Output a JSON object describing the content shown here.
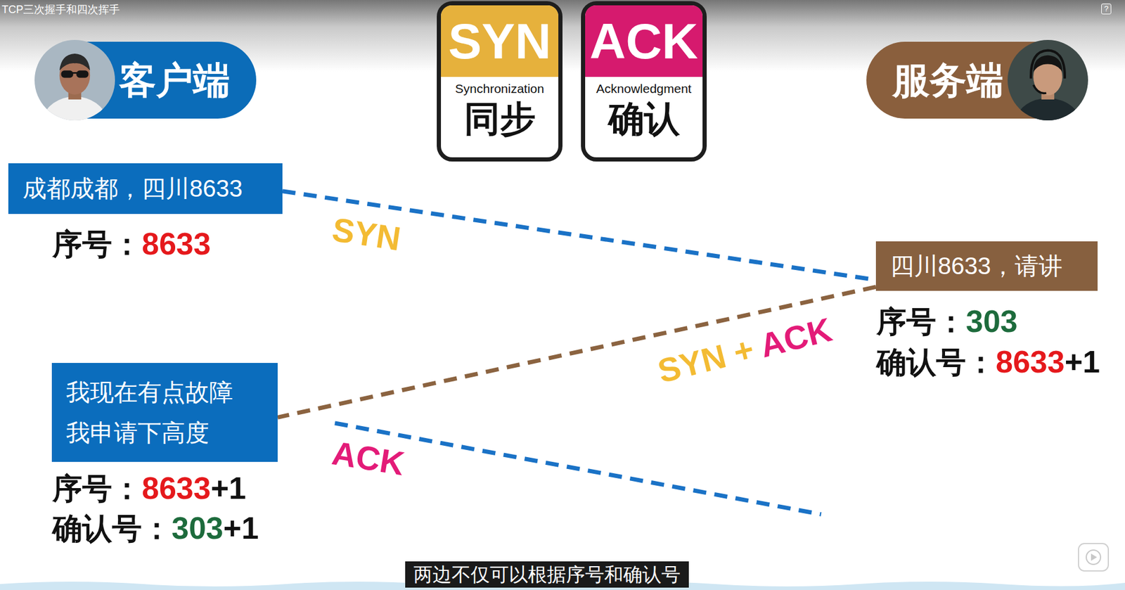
{
  "diagram": {
    "title": "TCP三次握手和四次挥手",
    "caption": "两边不仅可以根据序号和确认号",
    "nodes": [
      {
        "text": [
          "客户端"
        ]
      },
      {
        "text": [
          "SYN",
          "Synchronization",
          "同步"
        ]
      },
      {
        "text": [
          "ACK",
          "Acknowledgment",
          "确认"
        ]
      },
      {
        "text": [
          "服务端"
        ]
      },
      {
        "text": [
          "成都成都，四川8633"
        ]
      },
      {
        "text": [
          "四川8633，请讲"
        ]
      },
      {
        "text": [
          "我现在有点故障 我申请下高度"
        ]
      }
    ],
    "edges": [
      {
        "from": 4,
        "to": 5,
        "label": "SYN",
        "arrow": "none"
      },
      {
        "from": 5,
        "to": 6,
        "label": "SYN + ACK",
        "arrow": "none"
      }
    ],
    "labels": [
      "?",
      "序号：",
      "8633",
      "序号：",
      "303",
      "确认号：",
      "8633",
      "+1",
      "序号：",
      "8633",
      "+1",
      "确认号：",
      "303",
      "+1",
      "ACK"
    ]
  }
}
